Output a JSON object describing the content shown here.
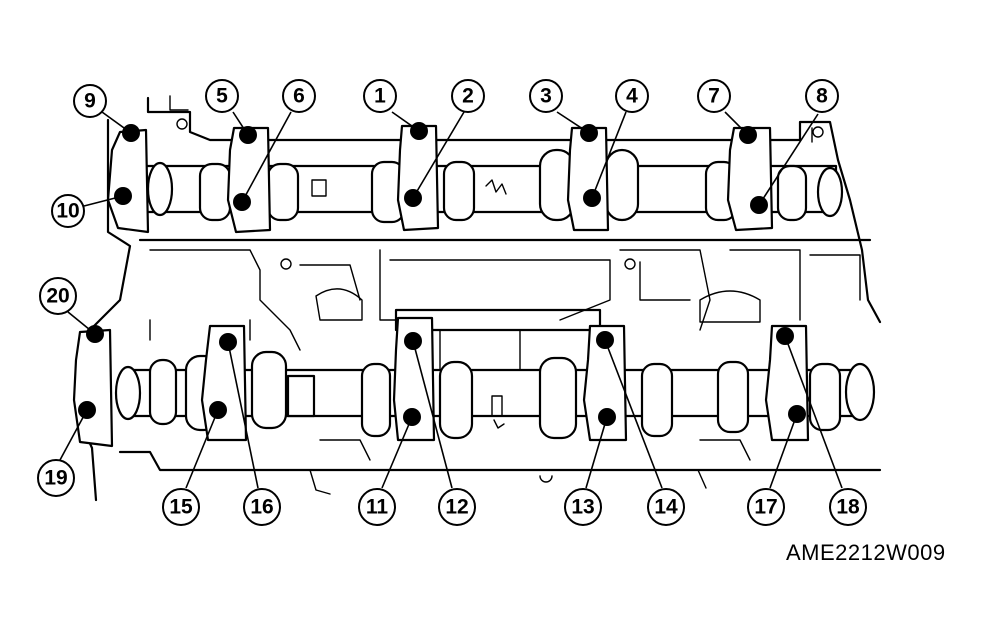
{
  "figure": {
    "reference_code": "AME2212W009",
    "bolt_callouts": [
      "1",
      "2",
      "3",
      "4",
      "5",
      "6",
      "7",
      "8",
      "9",
      "10",
      "11",
      "12",
      "13",
      "14",
      "15",
      "16",
      "17",
      "18",
      "19",
      "20"
    ]
  }
}
